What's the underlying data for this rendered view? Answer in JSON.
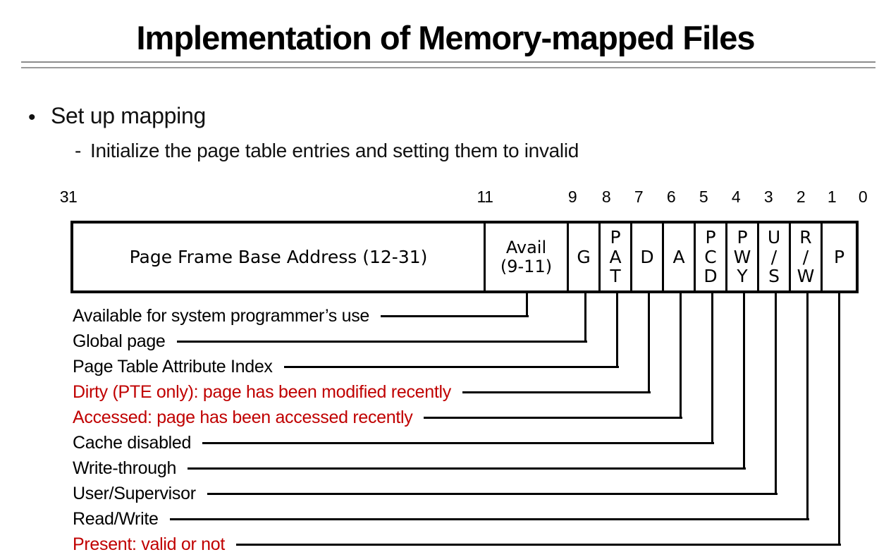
{
  "slide": {
    "title": "Implementation of Memory-mapped Files",
    "bullet": {
      "marker": "•",
      "text": "Set up mapping"
    },
    "sub_bullet": {
      "marker": "-",
      "text": "Initialize the page table entries and setting them to invalid"
    }
  },
  "diagram": {
    "bit_numbers": [
      "31",
      "11",
      "9",
      "8",
      "7",
      "6",
      "5",
      "4",
      "3",
      "2",
      "1",
      "0"
    ],
    "cells": [
      {
        "name": "page-frame-base-address",
        "label": "Page Frame Base Address (12-31)"
      },
      {
        "name": "avail",
        "label": "Avail\n(9-11)"
      },
      {
        "name": "global",
        "label": "G"
      },
      {
        "name": "page-table-attribute",
        "label": "P\nA\nT"
      },
      {
        "name": "dirty",
        "label": "D"
      },
      {
        "name": "accessed",
        "label": "A"
      },
      {
        "name": "page-cache-disable",
        "label": "P\nC\nD"
      },
      {
        "name": "page-write-through",
        "label": "P\nW\nY"
      },
      {
        "name": "user-supervisor",
        "label": "U\n/\nS"
      },
      {
        "name": "read-write",
        "label": "R\n/\nW"
      },
      {
        "name": "present",
        "label": "P"
      }
    ],
    "field_labels": [
      {
        "text": "Available for system programmer’s use",
        "color": "black"
      },
      {
        "text": "Global page",
        "color": "black"
      },
      {
        "text": "Page Table Attribute Index",
        "color": "black"
      },
      {
        "text": "Dirty (PTE only): page has been modified recently",
        "color": "red"
      },
      {
        "text": "Accessed: page has been accessed recently",
        "color": "red"
      },
      {
        "text": "Cache disabled",
        "color": "black"
      },
      {
        "text": "Write-through",
        "color": "black"
      },
      {
        "text": "User/Supervisor",
        "color": "black"
      },
      {
        "text": "Read/Write",
        "color": "black"
      },
      {
        "text": "Present: valid or not",
        "color": "red"
      }
    ]
  },
  "colors": {
    "label_red": "#c00000",
    "divider_gray": "#8c8c8c",
    "diagram_black": "#000000"
  }
}
